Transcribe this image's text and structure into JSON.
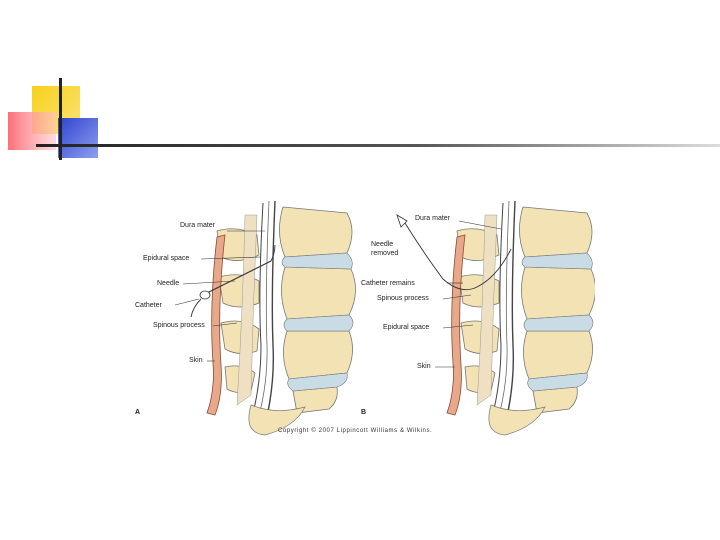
{
  "slide": {
    "title": ""
  },
  "figure": {
    "panel_a": {
      "letter": "A",
      "labels": {
        "dura": "Dura mater",
        "epidural": "Epidural space",
        "needle": "Needle",
        "catheter": "Catheter",
        "spinous": "Spinous process",
        "skin": "Skin"
      }
    },
    "panel_b": {
      "letter": "B",
      "labels": {
        "dura": "Dura mater",
        "needle_removed_1": "Needle",
        "needle_removed_2": "removed",
        "catheter_remains": "Catheter remains",
        "spinous": "Spinous process",
        "epidural": "Epidural space",
        "skin": "Skin"
      }
    },
    "copyright": "Copyright © 2007 Lippincott Williams & Wilkins."
  },
  "colors": {
    "accent_yellow": "#f5d020",
    "accent_red": "#f06a6a",
    "accent_blue": "#3a4fd8",
    "bone": "#f3e3b4",
    "skin": "#e8a98a",
    "disc": "#c9dce6"
  }
}
